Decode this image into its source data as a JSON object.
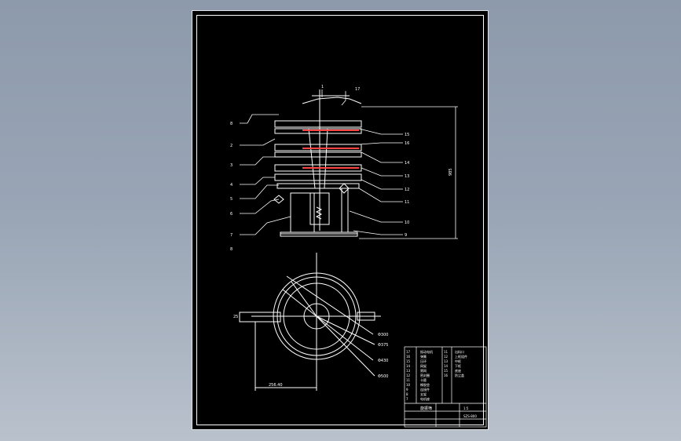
{
  "drawing": {
    "viewport_bg": "#8d9aab",
    "sheet_bg": "#000000",
    "line_color": "#ffffff",
    "part_color": "#ff4444",
    "balloons_left": [
      "8",
      "2",
      "3",
      "4",
      "5",
      "6",
      "7",
      "8"
    ],
    "balloons_right": [
      "15",
      "16",
      "14",
      "13",
      "12",
      "11",
      "10",
      "9"
    ],
    "balloons_top": [
      "1",
      "17"
    ],
    "dimension_height": "985",
    "dim_side": "25",
    "dim_width": "256.40",
    "diameters": [
      "Φ300",
      "Φ375",
      "Φ430",
      "Φ500"
    ]
  },
  "title_block": {
    "rows": [
      [
        "17",
        "振动电机",
        "11",
        "出料口"
      ],
      [
        "16",
        "弹簧",
        "12",
        "上框组件"
      ],
      [
        "15",
        "压环",
        "13",
        "中框"
      ],
      [
        "14",
        "网架",
        "14",
        "下框"
      ],
      [
        "13",
        "筛网",
        "15",
        "底座"
      ],
      [
        "12",
        "密封圈",
        "16",
        "防尘盖"
      ],
      [
        "11",
        "卡箍",
        "",
        ""
      ],
      [
        "10",
        "橡胶垫",
        "",
        ""
      ],
      [
        "9",
        "连接件",
        "",
        ""
      ],
      [
        "8",
        "支架",
        "",
        ""
      ],
      [
        "7",
        "电机座",
        "",
        ""
      ]
    ],
    "drawing_title": "旋振筛",
    "scale": "1:5",
    "sheet_no": "SZS-800"
  }
}
